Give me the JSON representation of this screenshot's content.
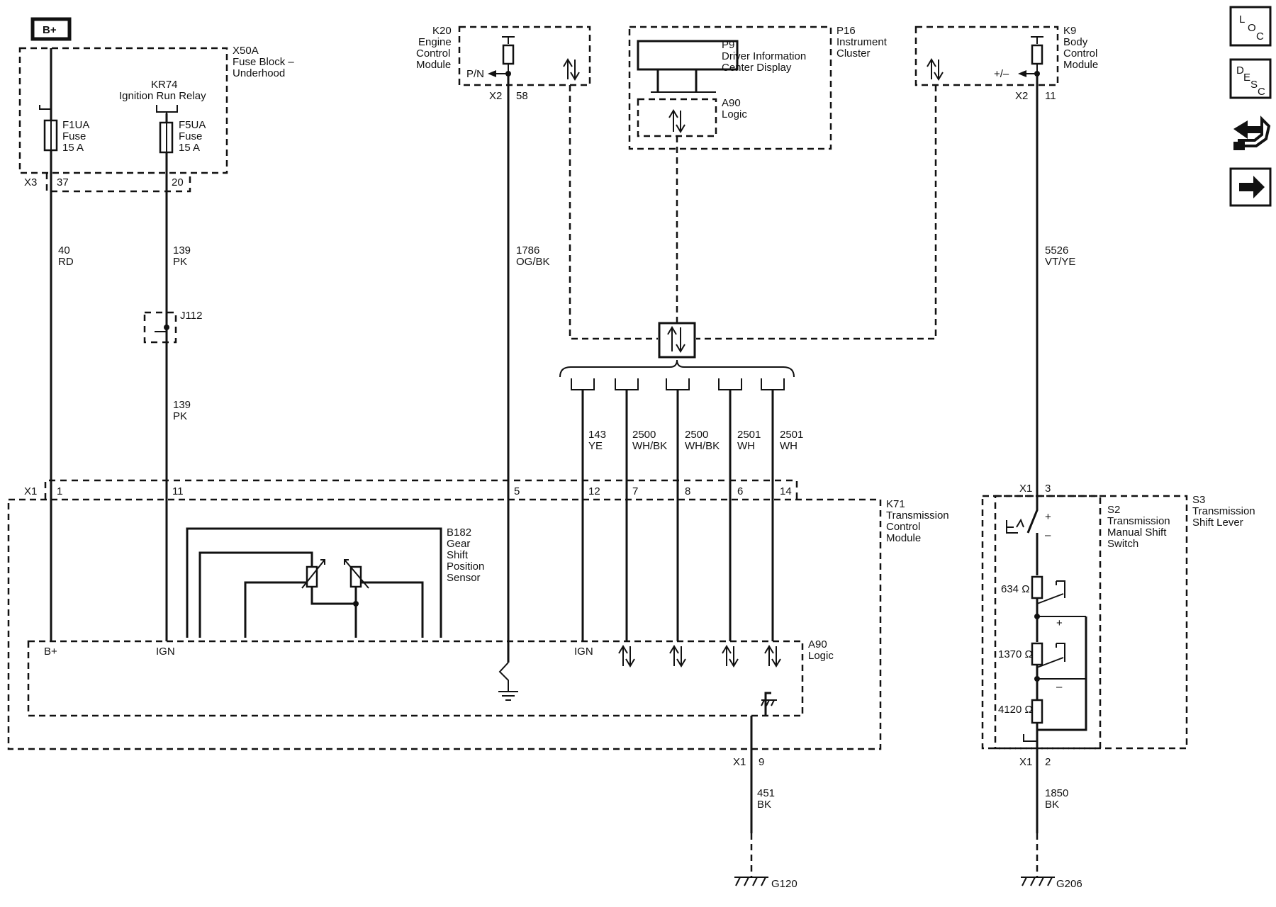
{
  "components": {
    "bplus": "B+",
    "x50a": [
      "X50A",
      "Fuse Block –",
      "Underhood"
    ],
    "kr74": [
      "KR74",
      "Ignition Run Relay"
    ],
    "f1ua": [
      "F1UA",
      "Fuse",
      "15 A"
    ],
    "f5ua": [
      "F5UA",
      "Fuse",
      "15 A"
    ],
    "k20": [
      "K20",
      "Engine",
      "Control",
      "Module"
    ],
    "p16": [
      "P16",
      "Instrument",
      "Cluster"
    ],
    "p9": [
      "P9",
      "Driver Information",
      "Center Display"
    ],
    "a90_p16": [
      "A90",
      "Logic"
    ],
    "k9": [
      "K9",
      "Body",
      "Control",
      "Module"
    ],
    "k71": [
      "K71",
      "Transmission",
      "Control",
      "Module"
    ],
    "b182": [
      "B182",
      "Gear",
      "Shift",
      "Position",
      "Sensor"
    ],
    "a90_k71": [
      "A90",
      "Logic"
    ],
    "s2": [
      "S2",
      "Transmission",
      "Manual Shift",
      "Switch"
    ],
    "s3": [
      "S3",
      "Transmission",
      "Shift Lever"
    ],
    "j112": "J112",
    "g120": "G120",
    "g206": "G206"
  },
  "connectors": {
    "x3": "X3",
    "x3_p37": "37",
    "x3_p20": "20",
    "k20_x2": "X2",
    "k20_p58": "58",
    "k9_x2": "X2",
    "k9_p11": "11",
    "x1_top": "X1",
    "pins_top": [
      "1",
      "11",
      "5",
      "12",
      "7",
      "8",
      "6",
      "14"
    ],
    "s3_x1_top": "X1",
    "s3_p3": "3",
    "s3_x1_bot": "X1",
    "s3_p2": "2",
    "k71_x1_bot": "X1",
    "k71_p9": "9"
  },
  "wires": {
    "w40": [
      "40",
      "RD"
    ],
    "w139a": [
      "139",
      "PK"
    ],
    "w139b": [
      "139",
      "PK"
    ],
    "w1786": [
      "1786",
      "OG/BK"
    ],
    "w5526": [
      "5526",
      "VT/YE"
    ],
    "w143": [
      "143",
      "YE"
    ],
    "w2500a": [
      "2500",
      "WH/BK"
    ],
    "w2500b": [
      "2500",
      "WH/BK"
    ],
    "w2501a": [
      "2501",
      "WH"
    ],
    "w2501b": [
      "2501",
      "WH"
    ],
    "w451": [
      "451",
      "BK"
    ],
    "w1850": [
      "1850",
      "BK"
    ]
  },
  "labels": {
    "pn": "P/N",
    "plusminus": "+/–",
    "bplus_pin": "B+",
    "ign1": "IGN",
    "ign2": "IGN",
    "plus": "+",
    "minus": "–",
    "r634": "634 Ω",
    "r1370": "1370 Ω",
    "r4120": "4120 Ω",
    "sw_plus": "+",
    "sw_minus": "–"
  },
  "nav": {
    "loc": [
      "L",
      "O",
      "C"
    ],
    "desc": [
      "D",
      "E",
      "S",
      "C"
    ],
    "icons": [
      "loc-button-icon",
      "desc-button-icon",
      "connector-icon",
      "arrow-right-icon"
    ]
  }
}
